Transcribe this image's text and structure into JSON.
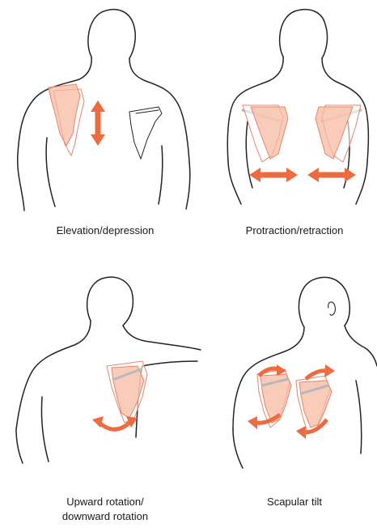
{
  "colors": {
    "outline": "#222222",
    "bone_fill": "#f7b9a2",
    "bone_stroke": "#e8836a",
    "arrow": "#ee6a3f"
  },
  "panels": [
    {
      "id": "elevation",
      "caption_lines": [
        "Elevation/depression"
      ]
    },
    {
      "id": "protraction",
      "caption_lines": [
        "Protraction/retraction"
      ]
    },
    {
      "id": "rotation",
      "caption_lines": [
        "Upward rotation/",
        "downward rotation"
      ]
    },
    {
      "id": "tilt",
      "caption_lines": [
        "Scapular tilt"
      ]
    }
  ]
}
